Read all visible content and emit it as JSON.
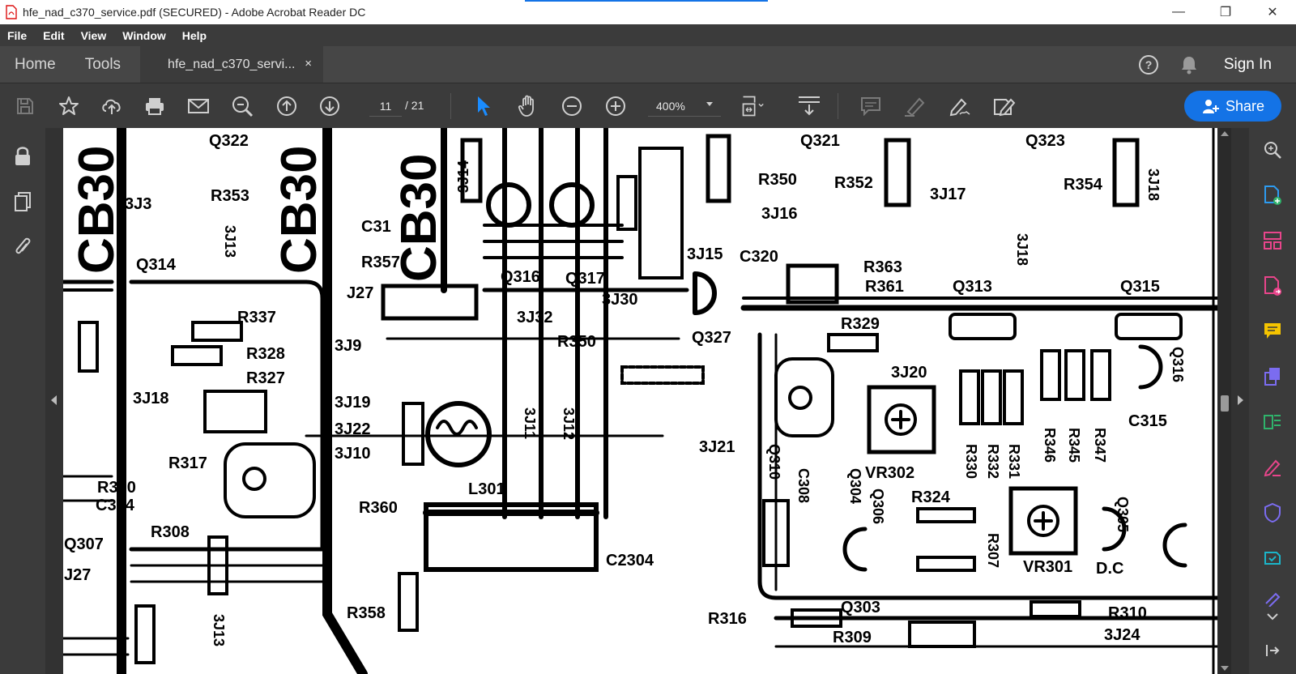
{
  "window": {
    "title": "hfe_nad_c370_service.pdf (SECURED) - Adobe Acrobat Reader DC",
    "minimize": "—",
    "restore": "❐",
    "close": "✕"
  },
  "menu": {
    "items": [
      "File",
      "Edit",
      "View",
      "Window",
      "Help"
    ]
  },
  "tabs": {
    "home": "Home",
    "tools": "Tools",
    "document_tab": "hfe_nad_c370_servi...",
    "document_close": "×",
    "sign_in": "Sign In"
  },
  "toolbar": {
    "page_current": "11",
    "page_total": "/ 21",
    "zoom": "400%",
    "share_label": "Share",
    "accent_color": "#1473e6",
    "icons": [
      "save-icon",
      "bookmark-star-icon",
      "upload-icon",
      "print-icon",
      "email-icon",
      "search-zoom-icon",
      "page-up-icon",
      "page-down-icon",
      "select-cursor-icon",
      "hand-pan-icon",
      "zoom-out-icon",
      "zoom-in-icon",
      "fit-page-icon",
      "scroll-mode-icon",
      "comment-icon",
      "highlight-icon",
      "sign-icon",
      "redact-icon"
    ]
  },
  "schematic_labels": {
    "l1": "Q322",
    "l2": "Q321",
    "l3": "Q323",
    "l4": "3J3",
    "l5": "R353",
    "l6": "R350",
    "l7": "R352",
    "l8": "3J17",
    "l9": "R354",
    "l10": "3J16",
    "l11": "3J18",
    "l12": "Q314",
    "l13": "C320",
    "l14": "3J15",
    "l15": "R363",
    "l16": "R361",
    "l17": "Q313",
    "l18": "Q315",
    "l19": "R337",
    "l20": "R328",
    "l21": "R327",
    "l22": "3J9",
    "l23": "R350",
    "l24": "3J20",
    "l25": "R329",
    "l26": "Q327",
    "l27": "3J18",
    "l28": "3J19",
    "l29": "3J22",
    "l30": "3J10",
    "l31": "R317",
    "l32": "R320",
    "l33": "C314",
    "l34": "R308",
    "l35": "R360",
    "l36": "C315",
    "l37": "VR302",
    "l38": "R324",
    "l39": "VR301",
    "l40": "D.C",
    "l41": "C2304",
    "l42": "R358",
    "l43": "R316",
    "l44": "R309",
    "l45": "R310",
    "l46": "3J24",
    "l47": "3J21",
    "l48": "Q303",
    "l49": "L301",
    "l50": "R330",
    "l51": "R332",
    "l52": "R346",
    "l53": "R345",
    "l54": "R347",
    "l55": "CB30",
    "l56": "3J13",
    "l57": "Q316",
    "l58": "Q317",
    "l59": "3J30",
    "l60": "3J32",
    "l61": "R307",
    "l62": "Q305",
    "l63": "Q310",
    "l64": "Q307",
    "l65": "3J11",
    "l66": "3J12",
    "l67": "R331",
    "l68": "3J14",
    "l69": "C308",
    "l70": "Q304",
    "l71": "Q306",
    "l72": "J27",
    "l73": "R357",
    "l74": "C31"
  }
}
